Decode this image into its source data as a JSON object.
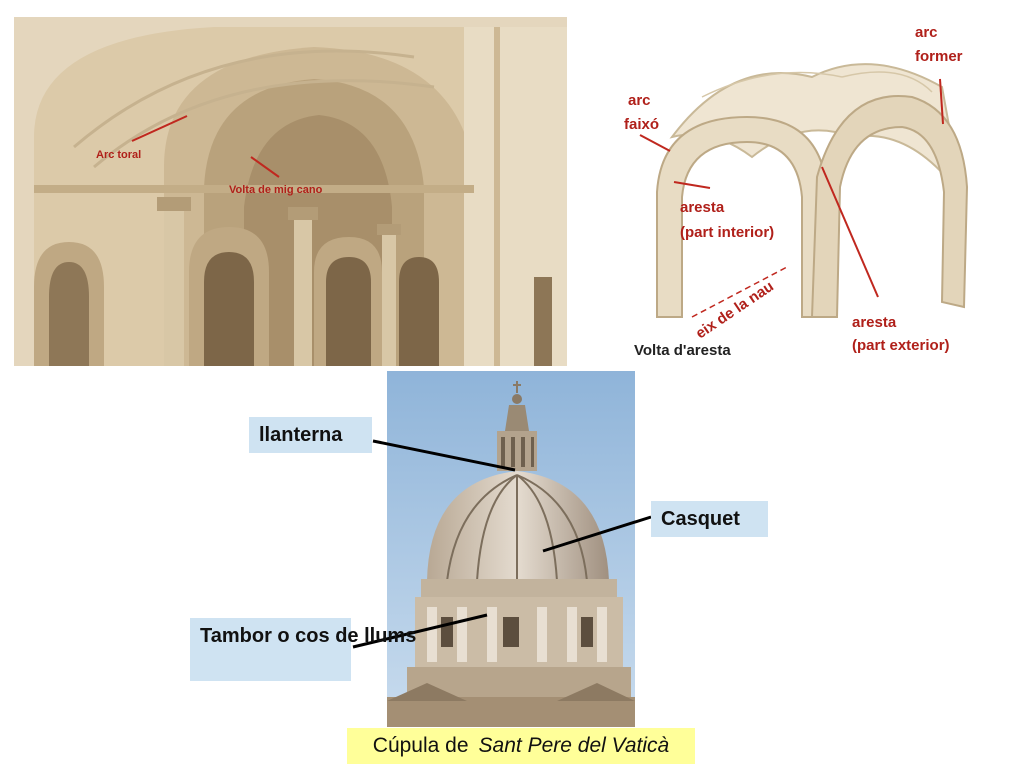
{
  "left_panel": {
    "labels": {
      "arc_toral": "Arc toral",
      "volta_mig_cano": "Volta de mig cano"
    }
  },
  "right_panel": {
    "labels": {
      "arc_former_1": "arc",
      "arc_former_2": "former",
      "arc_faixo_1": "arc",
      "arc_faixo_2": "faixó",
      "aresta_int_1": "aresta",
      "aresta_int_2": "(part interior)",
      "eix_nau": "eix de la nau",
      "aresta_ext_1": "aresta",
      "aresta_ext_2": "(part exterior)",
      "title": "Volta d'aresta"
    }
  },
  "dome": {
    "callouts": {
      "llanterna": "llanterna",
      "casquet": "Casquet",
      "tambor": "Tambor o cos de llums"
    },
    "caption": {
      "prefix": "Cúpula de",
      "name": "Sant Pere del Vaticà"
    }
  },
  "colors": {
    "callout_bg": "#cfe3f2",
    "caption_bg": "#ffff99",
    "label_red": "#b0201a",
    "stone": "#e2d4bb"
  }
}
